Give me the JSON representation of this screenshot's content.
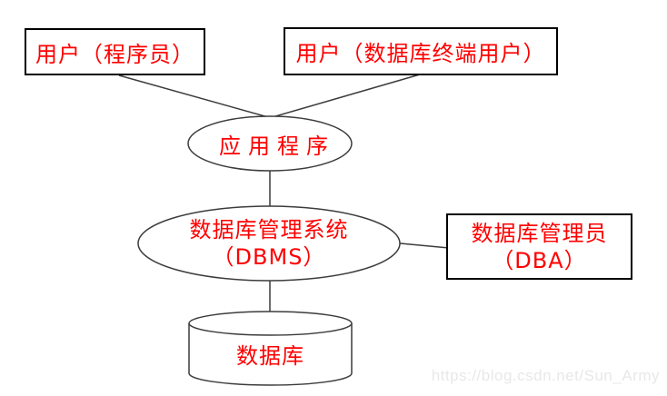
{
  "diagram": {
    "title": "database-system-architecture",
    "nodes": {
      "user_programmer": {
        "label": "用户（程序员）",
        "shape": "rectangle"
      },
      "user_terminal": {
        "label": "用户（数据库终端用户）",
        "shape": "rectangle"
      },
      "application": {
        "label": "应用程序",
        "shape": "ellipse"
      },
      "dbms": {
        "label_line1": "数据库管理系统",
        "label_line2": "（DBMS）",
        "shape": "ellipse"
      },
      "dba": {
        "label_line1": "数据库管理员",
        "label_line2": "（DBA）",
        "shape": "rectangle"
      },
      "database": {
        "label": "数据库",
        "shape": "cylinder"
      }
    },
    "edges": [
      {
        "from": "user_programmer",
        "to": "application"
      },
      {
        "from": "user_terminal",
        "to": "application"
      },
      {
        "from": "application",
        "to": "dbms"
      },
      {
        "from": "dbms",
        "to": "database"
      },
      {
        "from": "dbms",
        "to": "dba"
      }
    ],
    "watermark": "https://blog.csdn.net/Sun_Army",
    "colors": {
      "text": "#ff0000",
      "box_border": "#000000",
      "shape_stroke": "#3c3c3c",
      "watermark": "#e8e8e8",
      "background": "#ffffff"
    }
  }
}
